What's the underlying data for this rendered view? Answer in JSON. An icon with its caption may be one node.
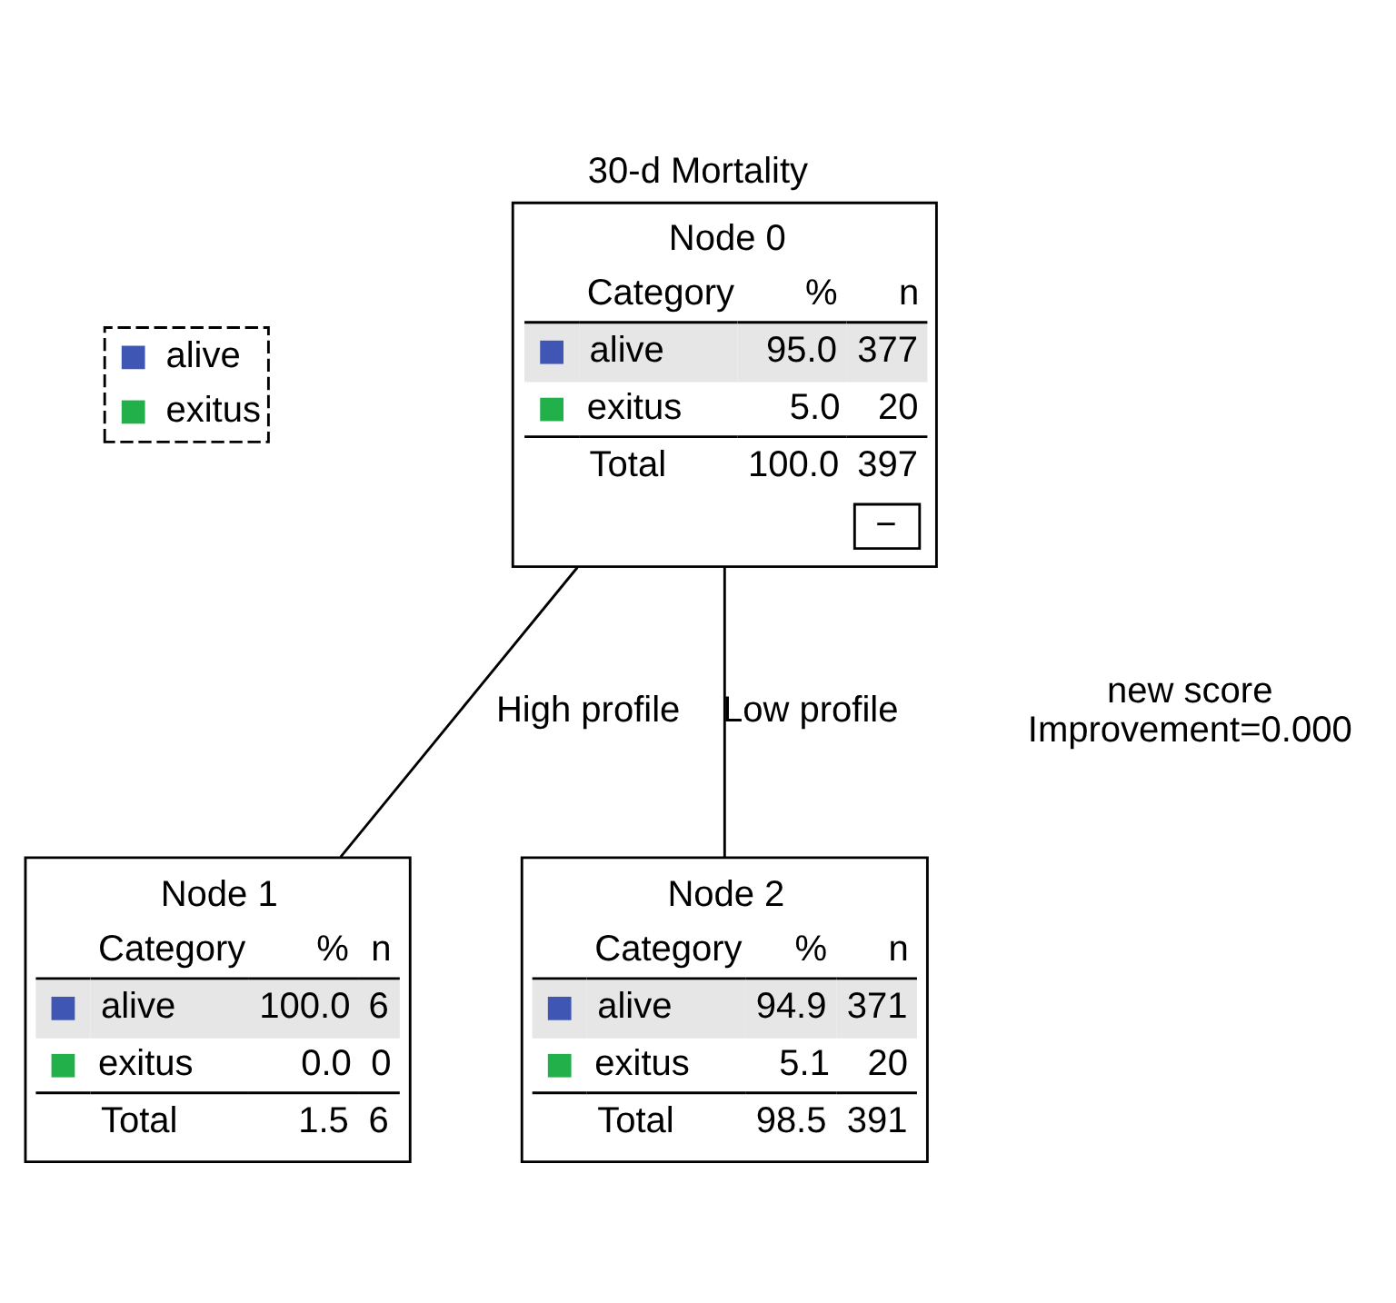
{
  "diagram": {
    "title": "30-d Mortality",
    "nodes": [
      {
        "text": [
          "Node 0",
          "Category",
          "%",
          "n",
          "alive",
          "95.0",
          "377",
          "exitus",
          "5.0",
          "20",
          "Total",
          "100.0",
          "397",
          "−"
        ]
      },
      {
        "text": [
          "Node 1",
          "Category",
          "%",
          "n",
          "alive",
          "100.0",
          "6",
          "exitus",
          "0.0",
          "0",
          "Total",
          "1.5",
          "6"
        ]
      },
      {
        "text": [
          "Node 2",
          "Category",
          "%",
          "n",
          "alive",
          "94.9",
          "371",
          "exitus",
          "5.1",
          "20",
          "Total",
          "98.5",
          "391"
        ]
      }
    ],
    "edges": [
      {
        "from": 0,
        "to": 1,
        "arrow": "none",
        "label": "High profile"
      },
      {
        "from": 0,
        "to": 2,
        "arrow": "none",
        "label": "Low profile"
      }
    ],
    "labels": [
      "new score",
      "Improvement=0.000"
    ],
    "legend": [
      {
        "text": "alive",
        "color": "#3f56b5"
      },
      {
        "text": "exitus",
        "color": "#22b04a"
      }
    ]
  }
}
